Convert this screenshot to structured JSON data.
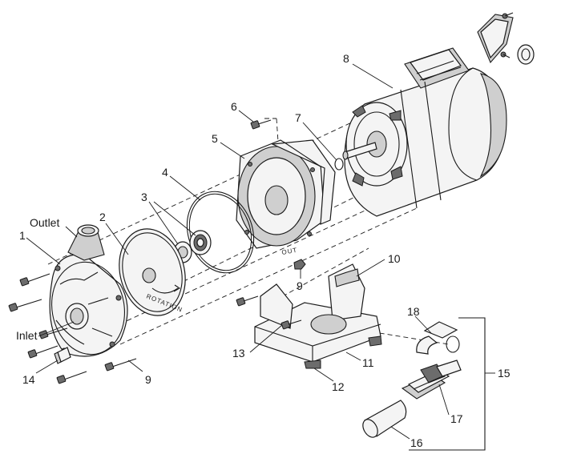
{
  "callouts": {
    "n1": "1",
    "n2": "2",
    "n3": "3",
    "n4": "4",
    "n5": "5",
    "n6": "6",
    "n7": "7",
    "n8": "8",
    "n9a": "9",
    "n9b": "9",
    "n10": "10",
    "n11": "11",
    "n12": "12",
    "n13": "13",
    "n14": "14",
    "n15": "15",
    "n16": "16",
    "n17": "17",
    "n18": "18"
  },
  "words": {
    "outlet": "Outlet",
    "inlet": "Inlet",
    "impeller_text": "ROTATION"
  }
}
